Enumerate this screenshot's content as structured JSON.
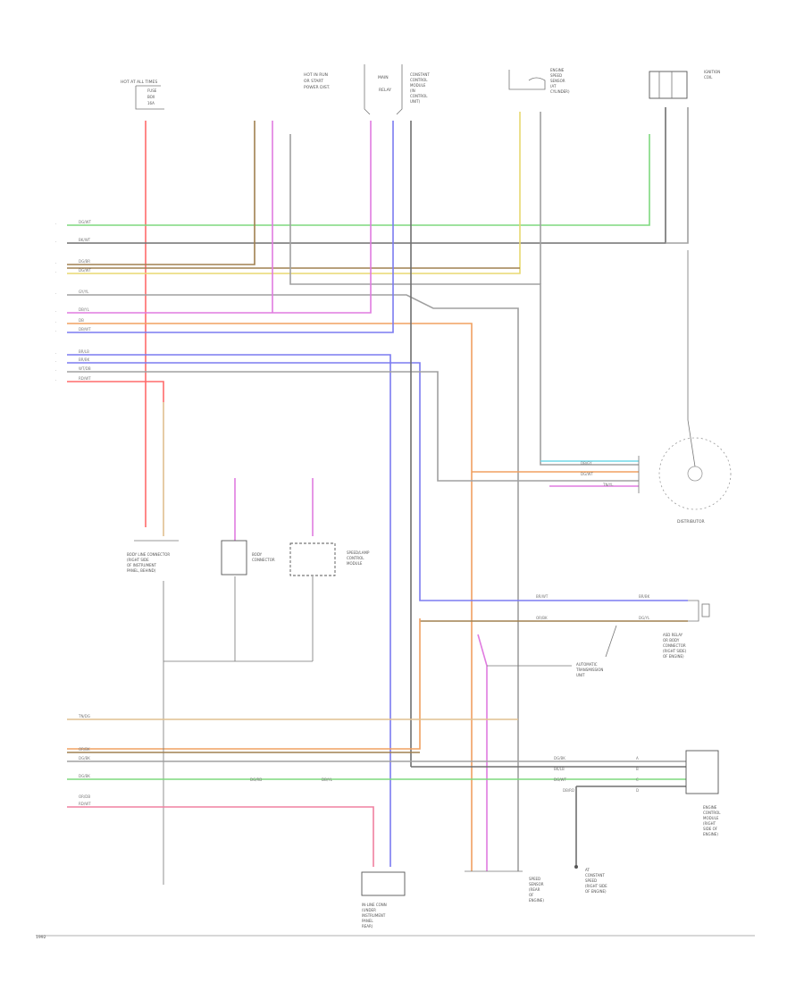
{
  "diagram": {
    "components": {
      "top_left": [
        "HOT AT ALL TIMES",
        "FUSE",
        "BOX",
        "16A"
      ],
      "mid_top": [
        "HOT IN RUN",
        "OR START",
        "POWER DIST."
      ],
      "relay_top": [
        "MAIN",
        "RELAY"
      ],
      "relay_top_side": [
        "CONSTANT",
        "CONTROL",
        "MODULE",
        "(IN",
        "CONTROL",
        "UNIT)"
      ],
      "top_right_1": [
        "ENGINE",
        "SPEED",
        "SENSOR",
        "(AT",
        "CYLINDER)"
      ],
      "top_right_2": [
        "IGNITION",
        "COIL"
      ],
      "left_connector": [
        "BODY LINE CONNECTOR",
        "(RIGHT SIDE",
        "OF INSTRUMENT",
        "PANEL, BEHIND)"
      ],
      "mid_box_1": [
        "BODY",
        "CONNECTOR"
      ],
      "mid_box_2": [
        "SPEED/LAMP",
        "CONTROL",
        "MODULE"
      ],
      "distributor": "DISTRIBUTOR",
      "right_sensor": [
        "ASD RELAY",
        "OR BODY",
        "CONNECTOR",
        "(RIGHT SIDE)",
        "OF ENGINE)"
      ],
      "tcm": [
        "AUTOMATIC",
        "TRANSMISSION",
        "UNIT"
      ],
      "right_bottom_box": [
        "ENGINE",
        "CONTROL",
        "MODULE",
        "(RIGHT",
        "SIDE OF",
        "ENGINE)"
      ],
      "bottom_center": [
        "IN-LINE CONN",
        "(UNDER",
        "INSTRUMENT",
        "PANEL",
        "REAR)"
      ],
      "bottom_mid": [
        "SPEED",
        "SENSOR",
        "(REAR",
        "OF",
        "ENGINE)"
      ],
      "bottom_right": [
        "AT",
        "CONSTANT",
        "SPEED",
        "(RIGHT SIDE",
        "OF ENGINE)"
      ],
      "footer": "1992"
    },
    "wire_labels": {
      "left_rows": [
        "DG/WT",
        "BK/WT",
        "DG/BR",
        "DG/WT",
        "GY/YL",
        "DB/YL",
        "DB",
        "DB/WT",
        "BR/LB",
        "BR/BK",
        "WT/DB",
        "RD/WT"
      ],
      "bottom_rows": [
        "TN/DG",
        "OR/BK",
        "DG/BK",
        "DG/BK",
        "OR/DB",
        "RD/WT"
      ],
      "distributor_taps": [
        "DB/GY",
        "DG/WT",
        "TN/YL"
      ],
      "right_mid": [
        "BR/WT",
        "OR/BK",
        "BR/BK",
        "DG/YL"
      ],
      "right_bottom": [
        "DG/BK",
        "BK/LB",
        "DG/WT",
        "DB/RD"
      ],
      "right_bottom_pins": [
        "A",
        "B",
        "C",
        "D"
      ],
      "mid_label": [
        "DG/RD",
        "DB/YL"
      ]
    },
    "colors": {
      "red": "#ff6b6b",
      "green": "#7ed87e",
      "black": "#707070",
      "brown": "#a08050",
      "violet": "#e07be0",
      "blue": "#7b7bf0",
      "orange": "#f0a060",
      "yellow": "#e8d870",
      "gray": "#a0a0a0",
      "cyan": "#70d8e8",
      "pink": "#f080a0",
      "tan": "#e0c090"
    }
  }
}
